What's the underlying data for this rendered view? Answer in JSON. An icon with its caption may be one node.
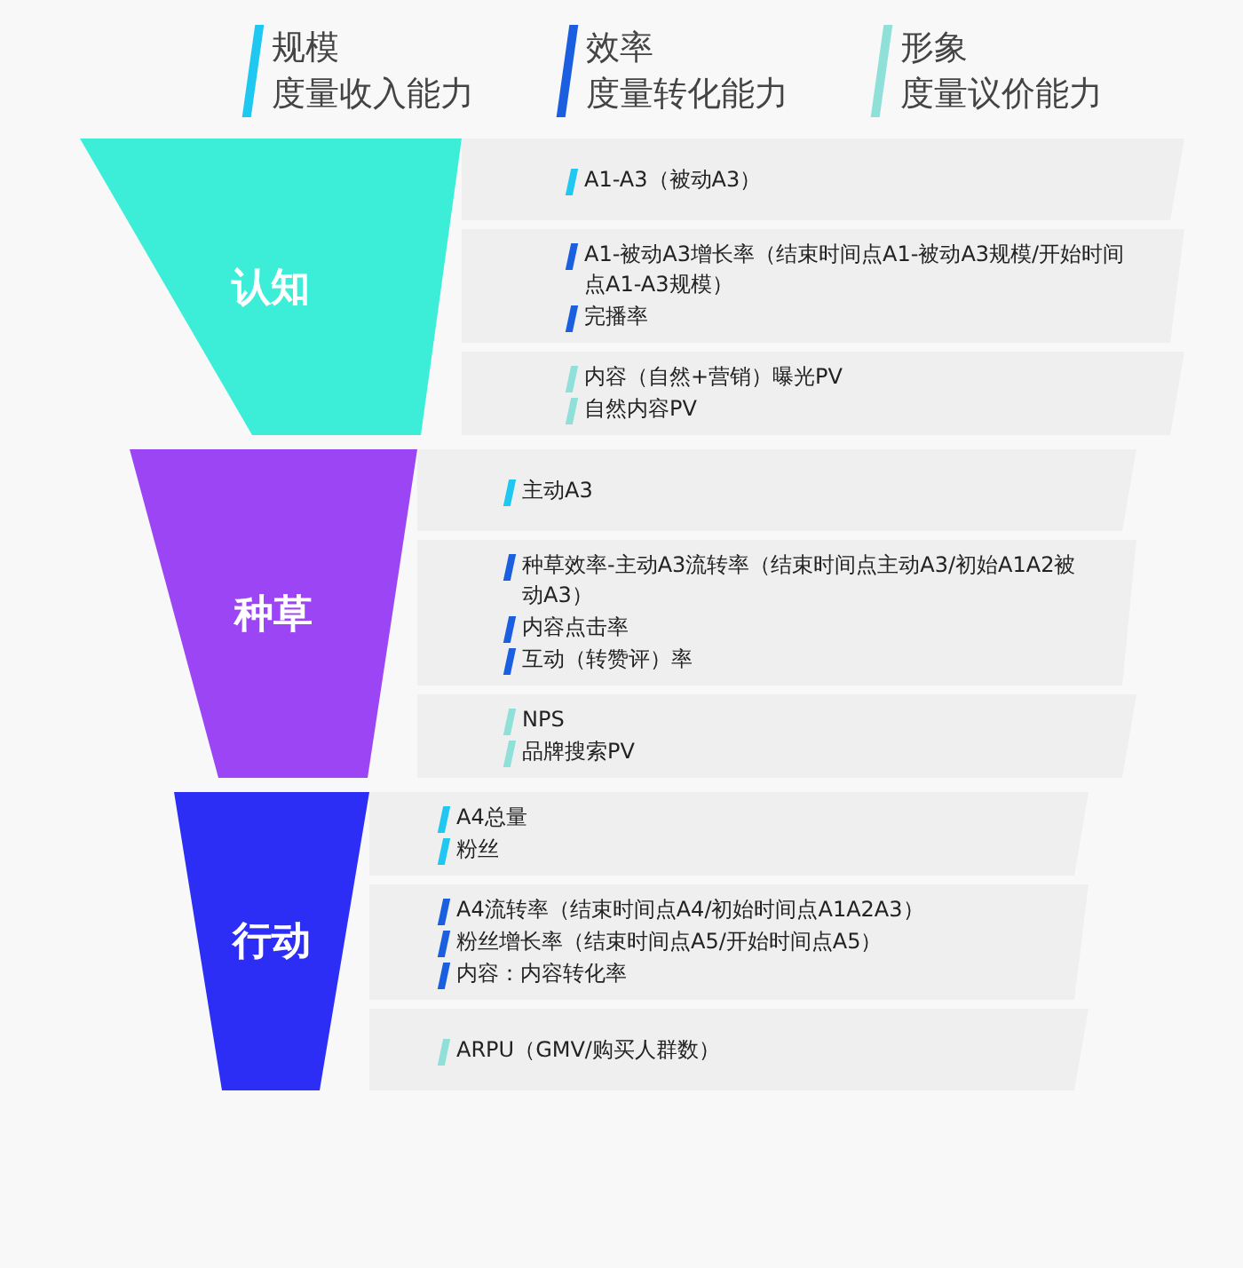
{
  "diagram": {
    "nodes": [
      {
        "text": [
          "认知"
        ]
      },
      {
        "text": [
          "A1-A3（被动A3）"
        ]
      },
      {
        "text": [
          "A1-被动A3增长率（结束时间点A1-被动A3规模/开始时间点A1-A3规模）",
          "完播率"
        ]
      },
      {
        "text": [
          "内容（自然+营销）曝光PV",
          "自然内容PV"
        ]
      },
      {
        "text": [
          "种草"
        ]
      },
      {
        "text": [
          "主动A3"
        ]
      },
      {
        "text": [
          "种草效率-主动A3流转率（结束时间点主动A3/初始A1A2被动A3）",
          "内容点击率",
          "互动（转赞评）率"
        ]
      },
      {
        "text": [
          "NPS",
          "品牌搜索PV"
        ]
      },
      {
        "text": [
          "行动"
        ]
      },
      {
        "text": [
          "A4总量",
          "粉丝"
        ]
      },
      {
        "text": [
          "A4流转率（结束时间点A4/初始时间点A1A2A3）",
          "粉丝增长率（结束时间点A5/开始时间点A5）",
          "内容：内容转化率"
        ]
      },
      {
        "text": [
          "ARPU（GMV/购买人群数）"
        ]
      }
    ],
    "legend": [
      {
        "text": "规模",
        "color": "#1ec8f0"
      },
      {
        "text": "效率",
        "color": "#1a5fe0"
      },
      {
        "text": "形象",
        "color": "#8fe0d8"
      }
    ],
    "labels": [
      "度量收入能力",
      "度量转化能力",
      "度量议价能力"
    ]
  }
}
